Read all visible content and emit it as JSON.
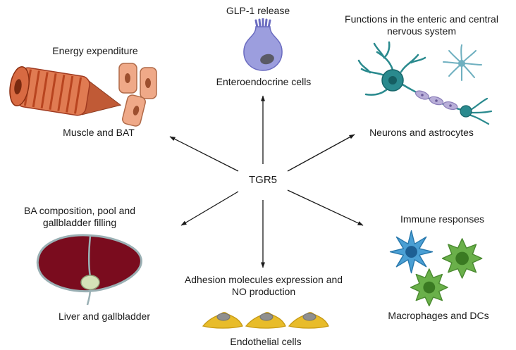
{
  "diagram": {
    "center_label": "TGR5",
    "nodes": {
      "muscle": {
        "function": "Energy expenditure",
        "label": "Muscle and BAT",
        "icon": "muscle-and-bat-icon"
      },
      "enteroendocrine": {
        "function": "GLP-1 release",
        "label": "Enteroendocrine cells",
        "icon": "enteroendocrine-cell-icon"
      },
      "neurons": {
        "function": "Functions in the enteric and central nervous system",
        "label": "Neurons and astrocytes",
        "icon": "neurons-astrocytes-icon"
      },
      "liver": {
        "function": "BA composition, pool and gallbladder filling",
        "label": "Liver and gallbladder",
        "icon": "liver-gallbladder-icon"
      },
      "endothelial": {
        "function": "Adhesion molecules expression and NO production",
        "label": "Endothelial cells",
        "icon": "endothelial-cells-icon"
      },
      "immune": {
        "function": "Immune responses",
        "label": "Macrophages and DCs",
        "icon": "macrophages-dcs-icon"
      }
    },
    "colors": {
      "background": "#ffffff",
      "text": "#1a1a1a",
      "arrow": "#1a1a1a",
      "muscle_orange": "#e07b52",
      "enteroendocrine_purple": "#9c9ede",
      "neuron_teal": "#2a8a8e",
      "astrocyte_lightblue": "#6fb0c0",
      "liver_darkred": "#7a0c1e",
      "gallbladder_green": "#d4e2b8",
      "endothelial_gold": "#e8bc2a",
      "macrophage_green": "#6ab04a",
      "dendritic_blue": "#4a9fd4"
    }
  }
}
